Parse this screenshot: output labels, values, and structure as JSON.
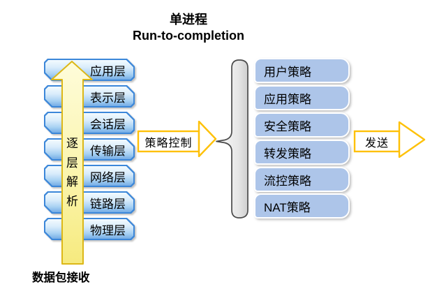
{
  "title": {
    "line1": "单进程",
    "line2": "Run-to-completion"
  },
  "left_stack": {
    "layers": [
      "应用层",
      "表示层",
      "会话层",
      "传输层",
      "网络层",
      "链路层",
      "物理层"
    ],
    "up_arrow_label": "逐层解析",
    "bottom_label": "数据包接收"
  },
  "middle": {
    "policy_arrow_label": "策略控制"
  },
  "right_stack": {
    "policies": [
      "用户策略",
      "应用策略",
      "安全策略",
      "转发策略",
      "流控策略",
      "NAT策略"
    ]
  },
  "output": {
    "send_arrow_label": "发送"
  },
  "colors": {
    "layer_box_border": "#3c87d9",
    "layer_box_fill_top": "#f3fafe",
    "layer_box_fill_bottom": "#74ace5",
    "policy_box_fill": "#adc5e9",
    "policy_box_border": "#ffffff",
    "up_arrow_fill": "#faf3a0",
    "up_arrow_border": "#dcb717",
    "block_arrow_border": "#fec108",
    "block_arrow_fill": "#ffffff",
    "brace_fill": "#e2e2e2",
    "brace_border": "#4a4a4a",
    "text": "#000000"
  }
}
